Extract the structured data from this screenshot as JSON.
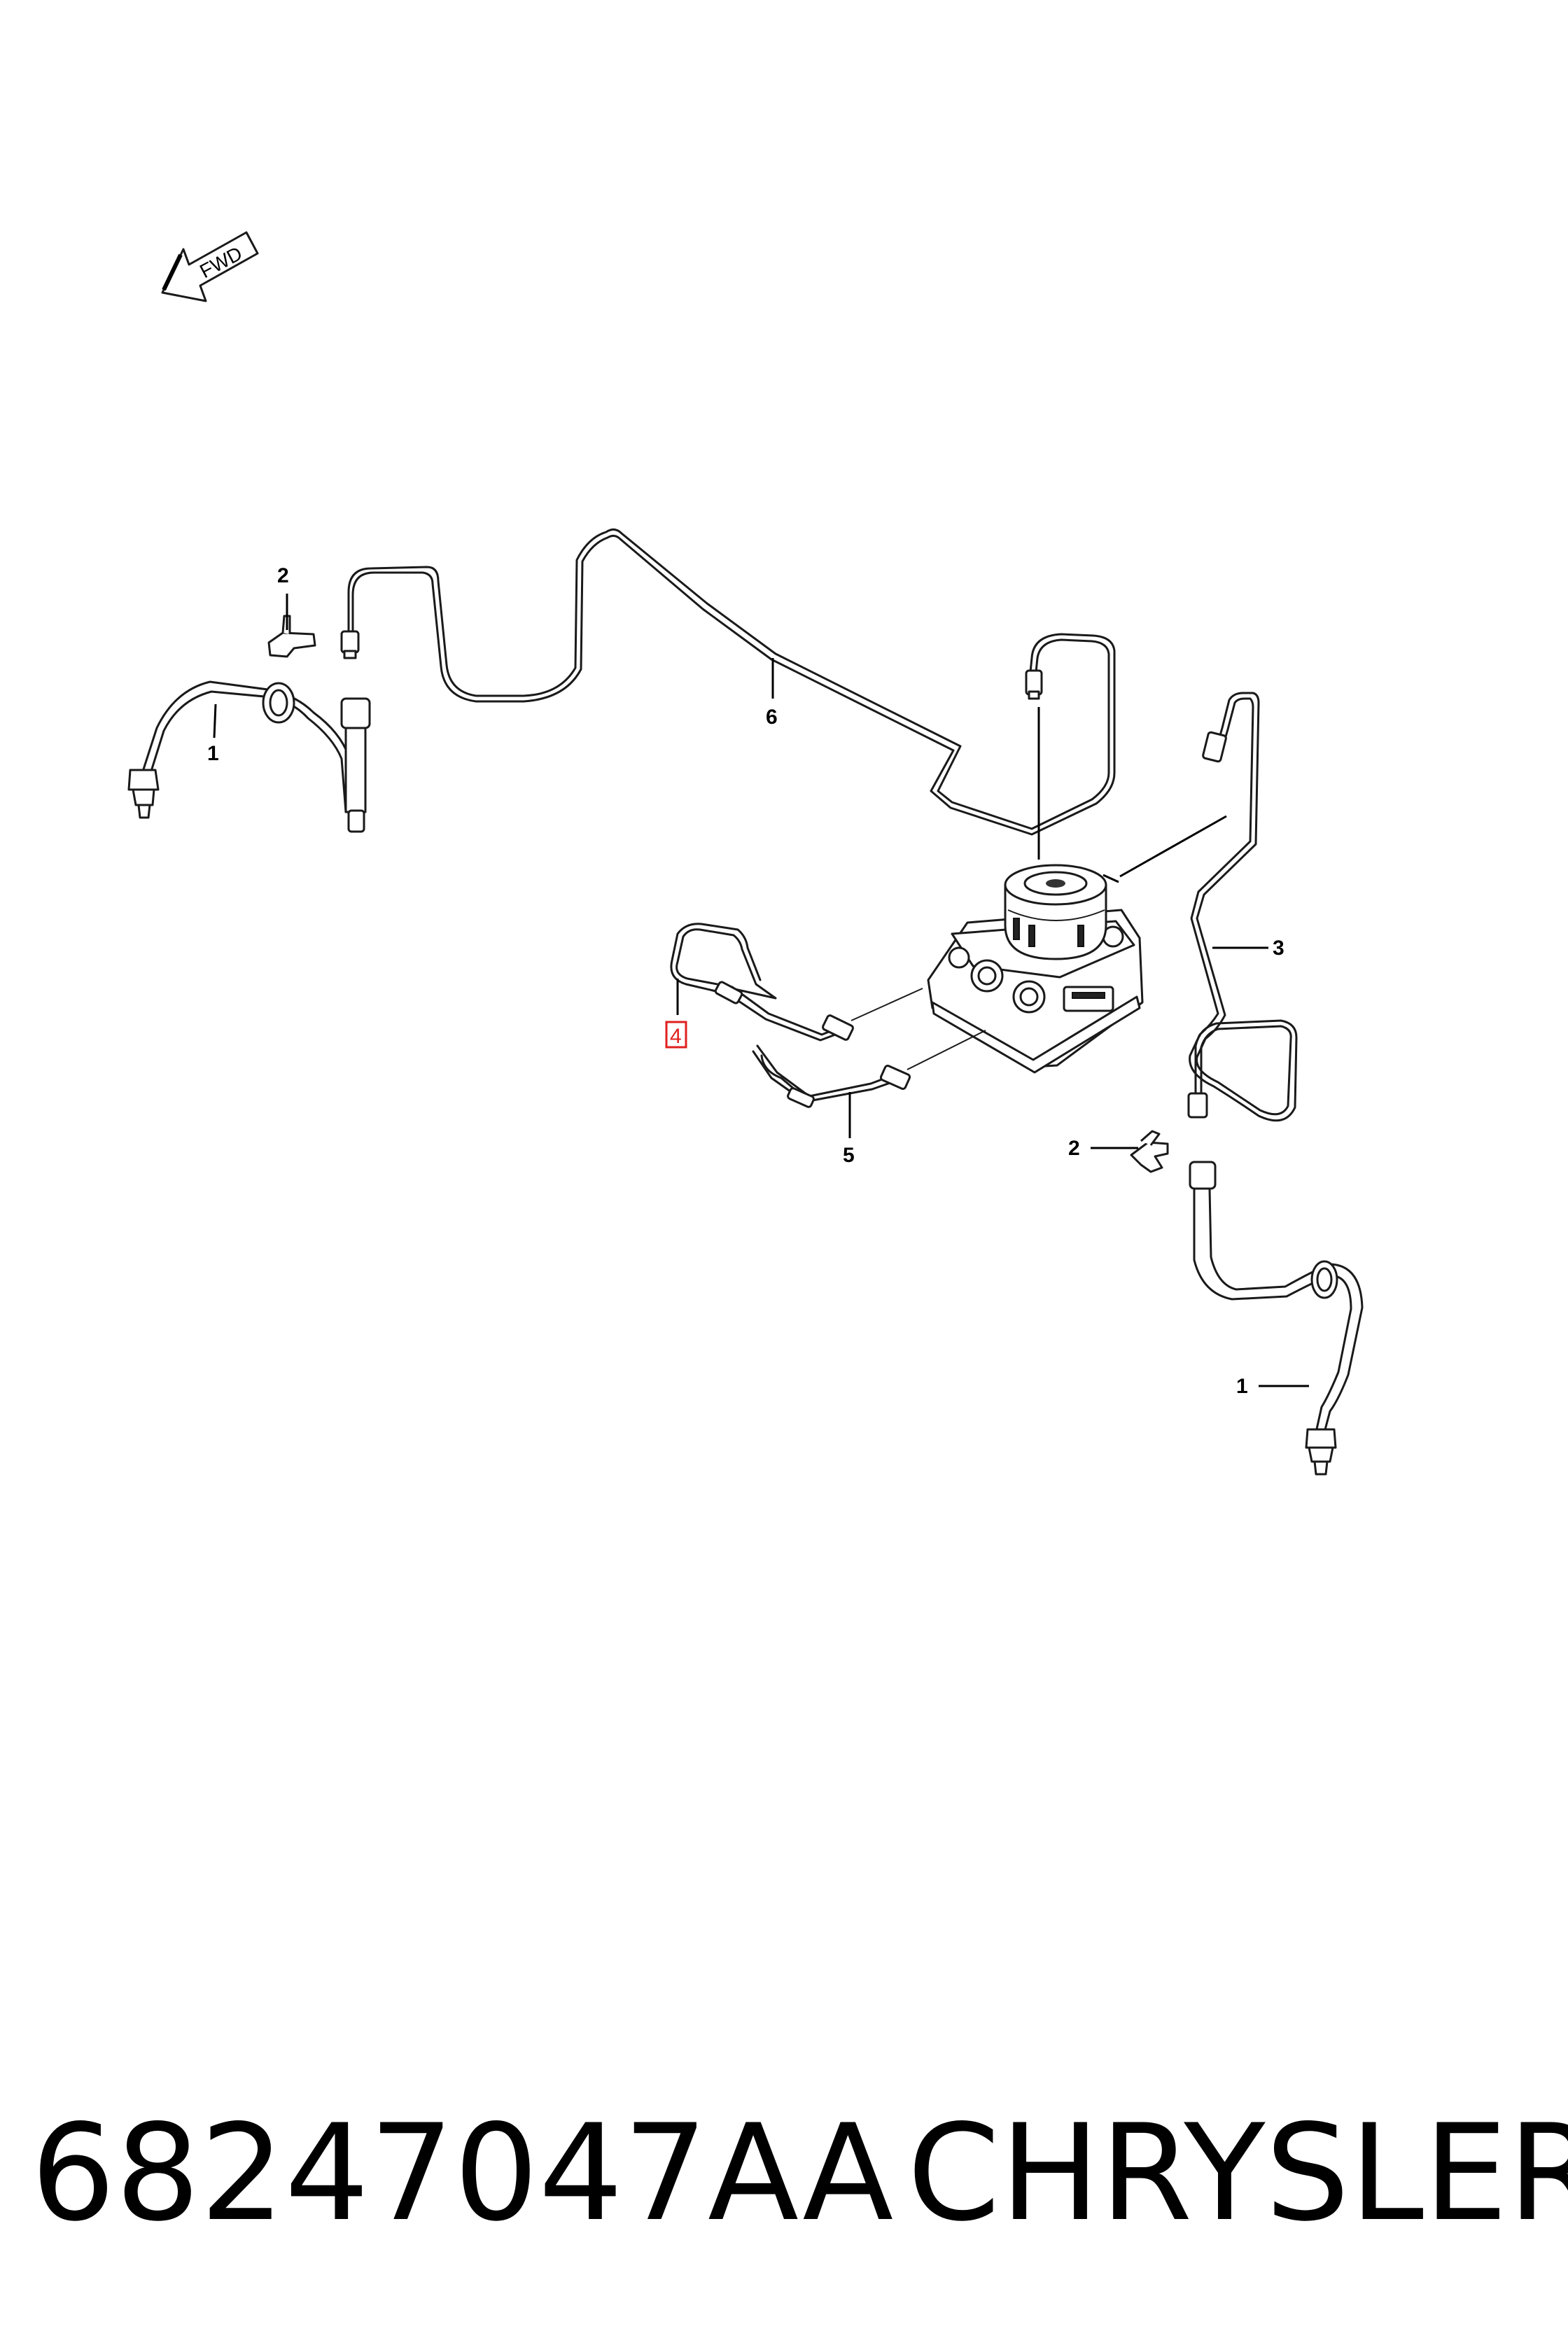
{
  "fwd_arrow": {
    "label": "FWD"
  },
  "callouts": {
    "hose_left": "1",
    "clip_left": "2",
    "tube_6": "6",
    "tube_3": "3",
    "tube_4": "4",
    "tube_5": "5",
    "clip_right": "2",
    "hose_right": "1"
  },
  "highlighted_callout": "4",
  "highlight_color": "#e0201e",
  "footer": {
    "part_number": "68247047AA",
    "brand": "CHRYSLER"
  }
}
